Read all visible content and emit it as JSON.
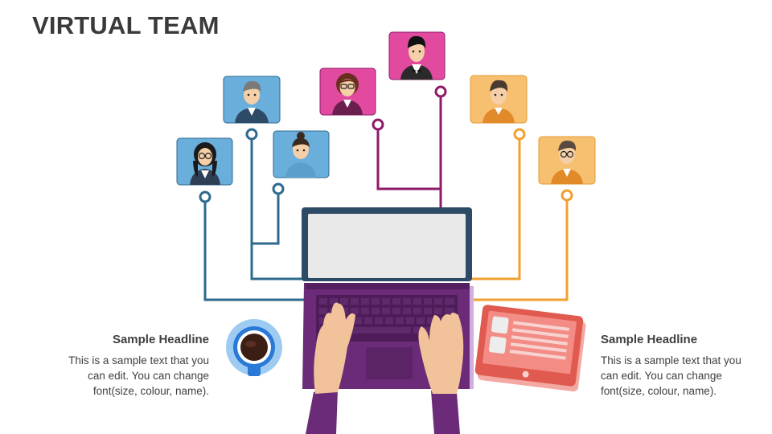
{
  "page": {
    "title": "VIRTUAL TEAM"
  },
  "left_text": {
    "headline": "Sample Headline",
    "body": "This is a sample text that you can edit. You can change font(size, colour, name)."
  },
  "right_text": {
    "headline": "Sample Headline",
    "body": "This is a sample text that you can edit. You can change font(size, colour, name)."
  },
  "colors": {
    "title": "#3a3a3a",
    "blue_line": "#2e6a8e",
    "magenta_line": "#8e1a6a",
    "orange_line": "#f0a030",
    "blue_card": "#6aaedc",
    "pink_card": "#e24aa0",
    "orange_card": "#f7c070",
    "laptop_body": "#6b2b78",
    "laptop_screen_frame": "#2d4a66",
    "tablet": "#e05a50"
  },
  "icons": [
    "avatar-woman-glasses-icon",
    "avatar-man-grey-icon",
    "avatar-woman-bun-icon",
    "avatar-woman-pink-icon",
    "avatar-man-tux-icon",
    "avatar-man-orange-icon",
    "avatar-man-glasses-icon",
    "laptop-icon",
    "coffee-cup-icon",
    "tablet-icon",
    "typing-hands-icon"
  ]
}
